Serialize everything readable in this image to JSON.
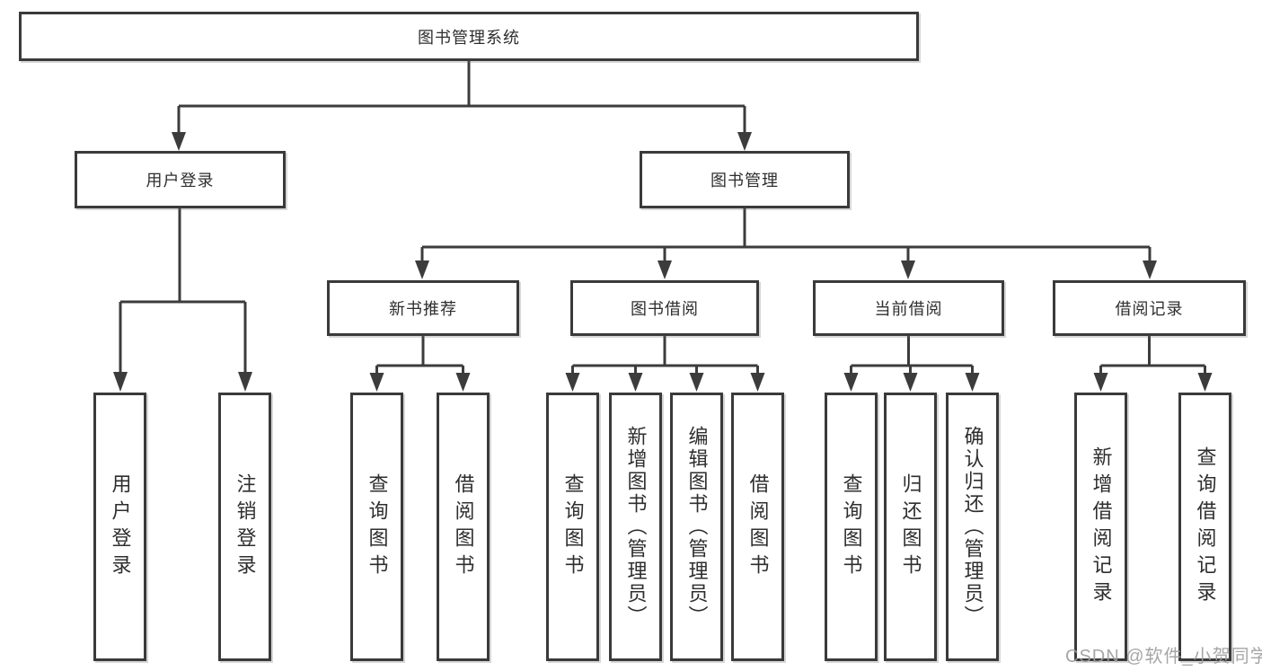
{
  "diagram": {
    "root_label": "图书管理系统",
    "branches": [
      {
        "label": "用户登录",
        "leaves": [
          "用户登录",
          "注销登录"
        ]
      },
      {
        "label": "图书管理",
        "sections": [
          {
            "label": "新书推荐",
            "leaves": [
              "查询图书",
              "借阅图书"
            ]
          },
          {
            "label": "图书借阅",
            "leaves": [
              "查询图书",
              "新增图书（管理员）",
              "编辑图书（管理员）",
              "借阅图书"
            ]
          },
          {
            "label": "当前借阅",
            "leaves": [
              "查询图书",
              "归还图书",
              "确认归还（管理员）"
            ]
          },
          {
            "label": "借阅记录",
            "leaves": [
              "新增借阅记录",
              "查询借阅记录"
            ]
          }
        ]
      }
    ]
  },
  "watermark": "CSDN @软件_小贺同学",
  "colors": {
    "line": "#3c3c3c",
    "box_border": "#3a3a3a",
    "text": "#2e2e2e",
    "watermark": "#9e9e9e",
    "background": "#ffffff"
  }
}
